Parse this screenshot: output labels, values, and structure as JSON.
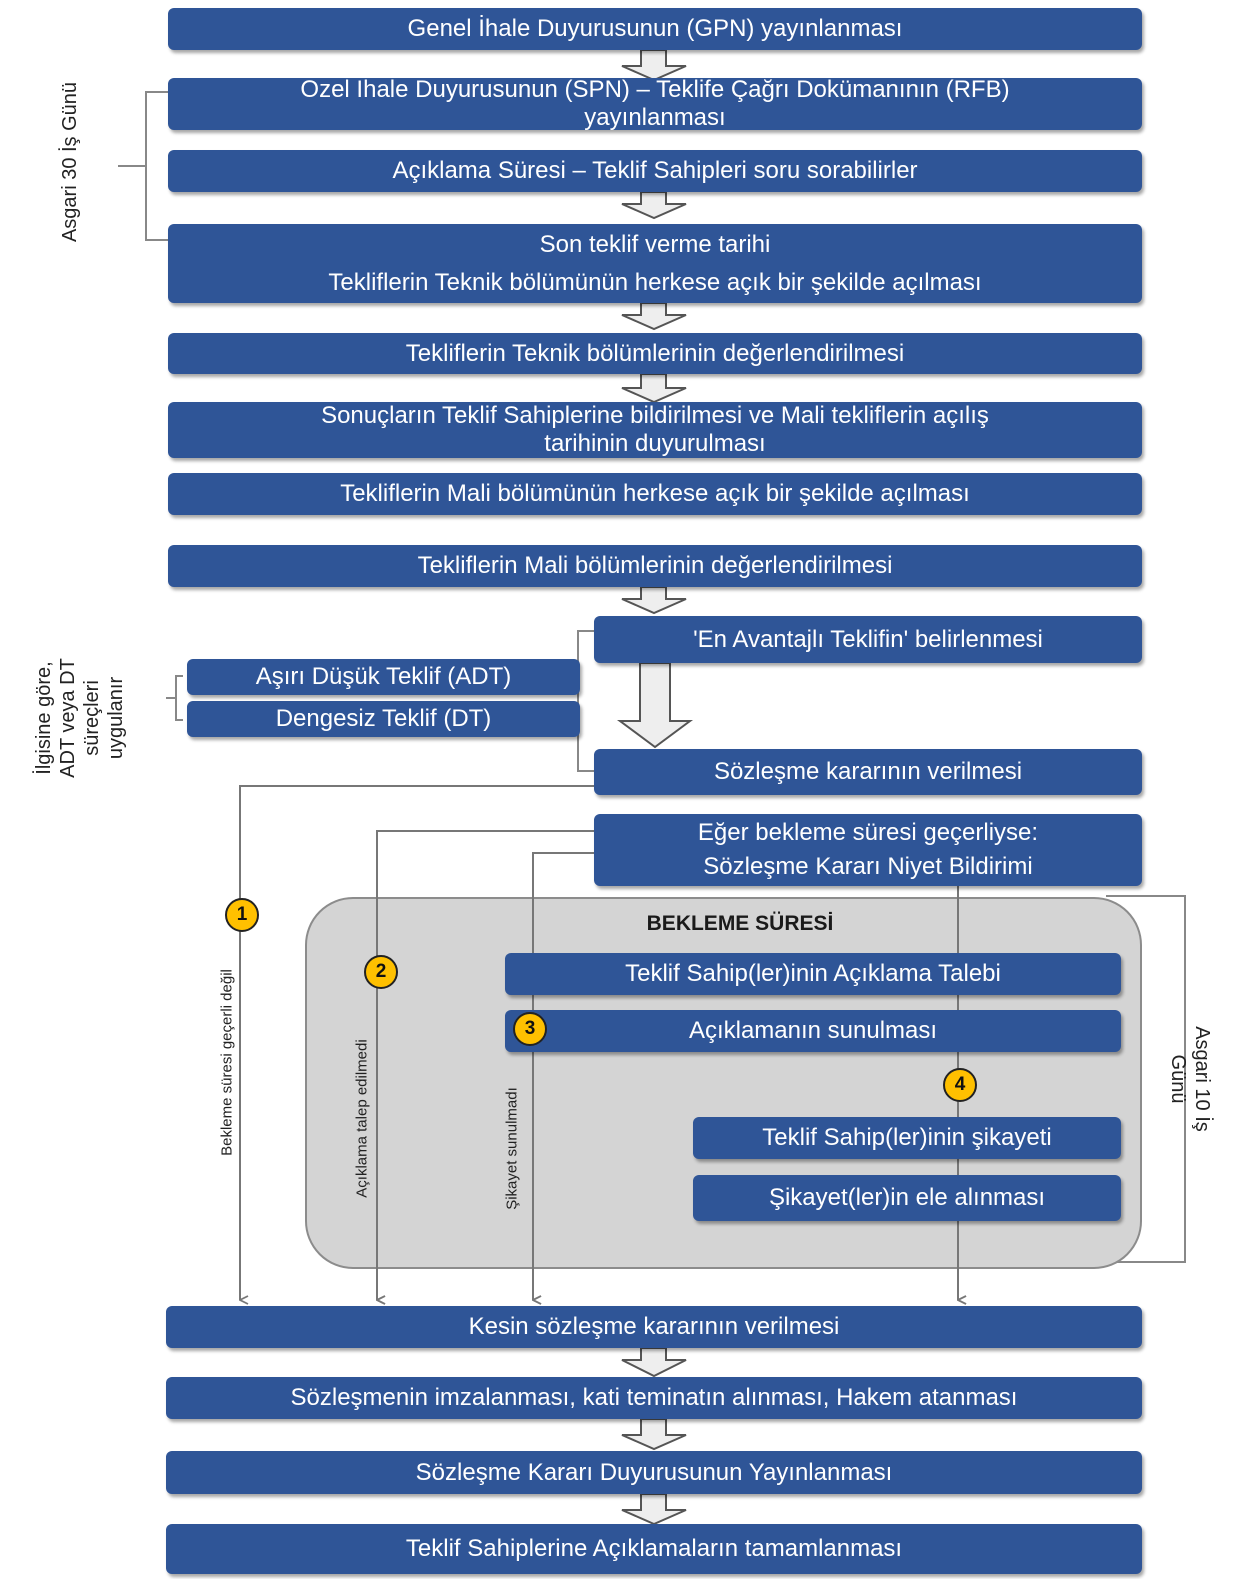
{
  "colors": {
    "box": "#2f5597",
    "box_text": "#ffffff",
    "panel": "#d4d4d4",
    "badge": "#ffc000",
    "arrow_fill": "#eeeeee"
  },
  "steps": {
    "gpn": "Genel İhale Duyurusunun (GPN) yayınlanması",
    "spn_line1": "Ozel Ihale Duyurusunun (SPN) – Teklife Çağrı Dokümanının (RFB)",
    "spn_line2": "yayınlanması",
    "aciklama_suresi": "Açıklama Süresi – Teklif Sahipleri soru sorabilirler",
    "son_teklif_line1": "Son teklif verme tarihi",
    "son_teklif_line2": "Tekliflerin Teknik bölümünün herkese açık bir şekilde açılması",
    "teknik_degerlendirme": "Tekliflerin Teknik bölümlerinin değerlendirilmesi",
    "sonuclar_line1": "Sonuçların Teklif Sahiplerine bildirilmesi ve Mali tekliflerin açılış",
    "sonuclar_line2": "tarihinin duyurulması",
    "mali_acilis": "Tekliflerin Mali bölümünün herkese açık bir şekilde açılması",
    "mali_degerlendirme": "Tekliflerin Mali bölümlerinin değerlendirilmesi",
    "en_avantajli": "'En Avantajlı Teklifin' belirlenmesi",
    "adt": "Aşırı Düşük Teklif (ADT)",
    "dt": "Dengesiz Teklif (DT)",
    "sozlesme_karari": "Sözleşme kararının verilmesi",
    "niyet_line1": "Eğer bekleme süresi geçerliyse:",
    "niyet_line2": "Sözleşme Kararı Niyet Bildirimi",
    "kesin_karar": "Kesin sözleşme kararının  verilmesi",
    "imzalanma": "Sözleşmenin imzalanması, kati teminatın alınması, Hakem atanması",
    "karar_duyurusu": "Sözleşme Kararı Duyurusunun Yayınlanması",
    "aciklamalar_tamam": "Teklif Sahiplerine Açıklamaların tamamlanması"
  },
  "bekleme": {
    "title": "BEKLEME SÜRESİ",
    "aciklama_talebi": "Teklif Sahip(ler)inin Açıklama Talebi",
    "aciklama_sunulmasi": "Açıklamanın sunulması",
    "sikayet": "Teklif Sahip(ler)inin şikayeti",
    "sikayet_ele_alinmasi": "Şikayet(ler)in  ele alınması"
  },
  "side_labels": {
    "asgari_30": "Asgari 30 İş Günü",
    "adt_dt_line1": "İlgisine göre,",
    "adt_dt_line2": "ADT veya DT",
    "adt_dt_line3": "süreçleri",
    "adt_dt_line4": "uygulanır",
    "asgari_10_line1": "Asgari 10 İş",
    "asgari_10_line2": "Günü"
  },
  "path_labels": {
    "p1": "Bekleme süresi geçerli değil",
    "p2": "Açıklama talep edilmedi",
    "p3": "Şikayet sunulmadı"
  },
  "badges": [
    "1",
    "2",
    "3",
    "4"
  ]
}
